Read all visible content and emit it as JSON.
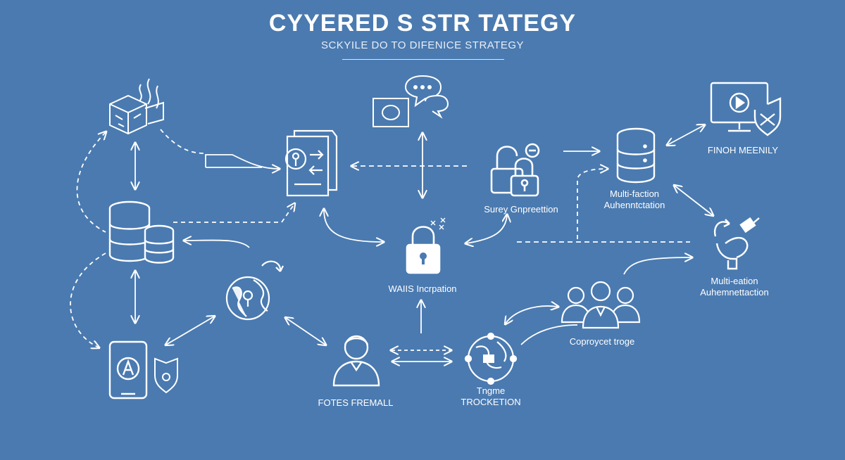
{
  "header": {
    "title": "CYYERED S STR TATEGY",
    "subtitle": "SCKYILE DO TO DIFENICE STRATEGY"
  },
  "colors": {
    "background": "#4a7ab0",
    "foreground": "#ffffff"
  },
  "nodes": {
    "survey": {
      "label": "Surey Gnpreettion",
      "icon": "padlock-icon"
    },
    "database_right": {
      "label_1": "Multi-faction",
      "label_2": "Auhenntctation",
      "icon": "database-icon"
    },
    "monitor": {
      "label": "FINOH MEENILY",
      "icon": "monitor-shield-icon"
    },
    "hand_gear": {
      "label_1": "Multi-eation",
      "label_2": "Auhemnettaction",
      "icon": "hand-gear-icon"
    },
    "center_lock": {
      "label": "WAIIS Incrpation",
      "icon": "padlock-icon"
    },
    "team": {
      "label": "Coproycet troge",
      "icon": "team-icon"
    },
    "person": {
      "label": "FOTES FREMALL",
      "icon": "person-icon"
    },
    "globe": {
      "label_1": "Tngme",
      "label_2": "TROCKETION",
      "icon": "globe-network-icon"
    }
  }
}
